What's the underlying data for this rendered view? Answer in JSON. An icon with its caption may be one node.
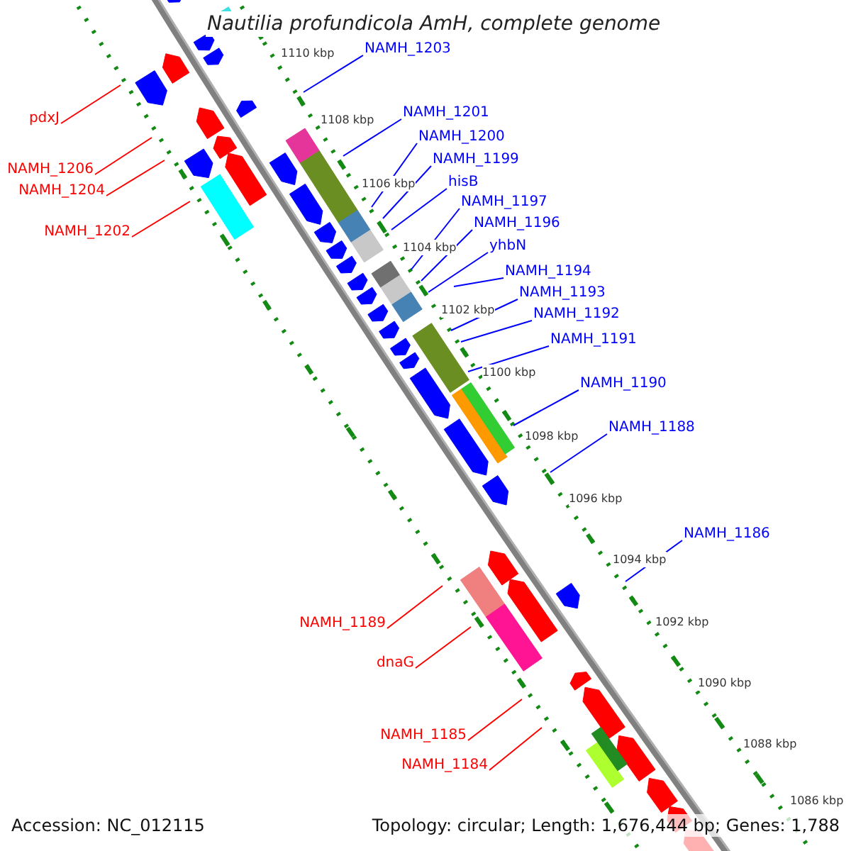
{
  "diagram": {
    "title": "Nautilia profundicola AmH, complete genome",
    "nodes": [
      {
        "text": [
          "NAMH_1203"
        ]
      },
      {
        "text": [
          "NAMH_1201"
        ]
      },
      {
        "text": [
          "NAMH_1200"
        ]
      },
      {
        "text": [
          "NAMH_1199"
        ]
      },
      {
        "text": [
          "hisB"
        ]
      },
      {
        "text": [
          "NAMH_1197"
        ]
      },
      {
        "text": [
          "NAMH_1196"
        ]
      },
      {
        "text": [
          "yhbN"
        ]
      },
      {
        "text": [
          "NAMH_1194"
        ]
      },
      {
        "text": [
          "NAMH_1193"
        ]
      },
      {
        "text": [
          "NAMH_1192"
        ]
      },
      {
        "text": [
          "NAMH_1191"
        ]
      },
      {
        "text": [
          "NAMH_1190"
        ]
      },
      {
        "text": [
          "NAMH_1188"
        ]
      },
      {
        "text": [
          "NAMH_1186"
        ]
      },
      {
        "text": [
          "pdxJ"
        ]
      },
      {
        "text": [
          "NAMH_1206"
        ]
      },
      {
        "text": [
          "NAMH_1204"
        ]
      },
      {
        "text": [
          "NAMH_1202"
        ]
      },
      {
        "text": [
          "NAMH_1189"
        ]
      },
      {
        "text": [
          "dnaG"
        ]
      },
      {
        "text": [
          "NAMH_1185"
        ]
      },
      {
        "text": [
          "NAMH_1184"
        ]
      }
    ],
    "edges": [
      {
        "from": 0,
        "to": null,
        "arrow": "none"
      },
      {
        "from": 1,
        "to": null,
        "arrow": "none"
      },
      {
        "from": 2,
        "to": null,
        "arrow": "none"
      },
      {
        "from": 3,
        "to": null,
        "arrow": "none"
      },
      {
        "from": 4,
        "to": null,
        "arrow": "none"
      },
      {
        "from": 5,
        "to": null,
        "arrow": "none"
      },
      {
        "from": 6,
        "to": null,
        "arrow": "none"
      },
      {
        "from": 7,
        "to": null,
        "arrow": "none"
      },
      {
        "from": 8,
        "to": null,
        "arrow": "none"
      },
      {
        "from": 9,
        "to": null,
        "arrow": "none"
      },
      {
        "from": 10,
        "to": null,
        "arrow": "none"
      },
      {
        "from": 11,
        "to": null,
        "arrow": "none"
      },
      {
        "from": 12,
        "to": null,
        "arrow": "none"
      },
      {
        "from": 13,
        "to": null,
        "arrow": "none"
      },
      {
        "from": 14,
        "to": null,
        "arrow": "none"
      },
      {
        "from": 15,
        "to": null,
        "arrow": "none",
        "color": "#ff0000"
      },
      {
        "from": 16,
        "to": null,
        "arrow": "none",
        "color": "#ff0000"
      },
      {
        "from": 17,
        "to": null,
        "arrow": "none",
        "color": "#ff0000"
      },
      {
        "from": 18,
        "to": null,
        "arrow": "none",
        "color": "#ff0000"
      },
      {
        "from": 19,
        "to": null,
        "arrow": "none",
        "color": "#ff0000"
      },
      {
        "from": 20,
        "to": null,
        "arrow": "none",
        "color": "#ff0000"
      },
      {
        "from": 21,
        "to": null,
        "arrow": "none",
        "color": "#ff0000"
      },
      {
        "from": 22,
        "to": null,
        "arrow": "none",
        "color": "#ff0000"
      }
    ],
    "labels": [
      "1110 kbp",
      "1108 kbp",
      "1106 kbp",
      "1104 kbp",
      "1102 kbp",
      "1100 kbp",
      "1098 kbp",
      "1096 kbp",
      "1094 kbp",
      "1092 kbp",
      "1090 kbp",
      "1088 kbp",
      "1086 kbp",
      "Accession: NC_012115",
      "Topology: circular; Length: 1,676,444 bp; Genes: 1,788"
    ]
  }
}
